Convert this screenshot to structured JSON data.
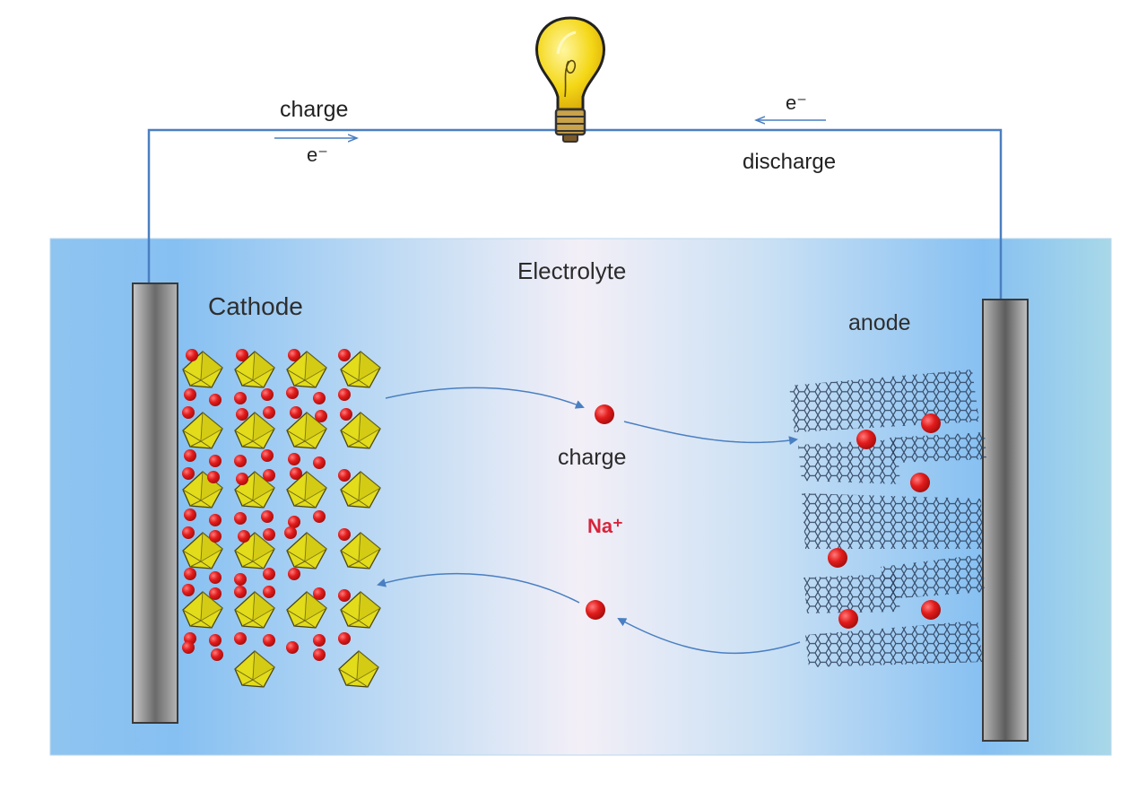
{
  "labels": {
    "charge_top": "charge",
    "electron_left": "e⁻",
    "electron_right": "e⁻",
    "discharge": "discharge",
    "electrolyte": "Electrolyte",
    "cathode": "Cathode",
    "anode": "anode",
    "charge_mid": "charge",
    "sodium_ion": "Na⁺"
  },
  "icons": {
    "bulb": "light-bulb-icon",
    "ion": "sodium-ion-icon",
    "cathode_lattice": "octahedra-lattice-icon",
    "anode_layers": "graphene-layers-icon"
  },
  "colors": {
    "wire": "#4a7fc1",
    "electrolyte_edge": "#7db8ee",
    "electrolyte_center": "#f2f0f7",
    "ion": "#e21c1c",
    "octahedron": "#e2dc1a",
    "graphene": "#2c3e5a",
    "electrode": "#6d6d6d",
    "sodium_label": "#d8243c"
  }
}
